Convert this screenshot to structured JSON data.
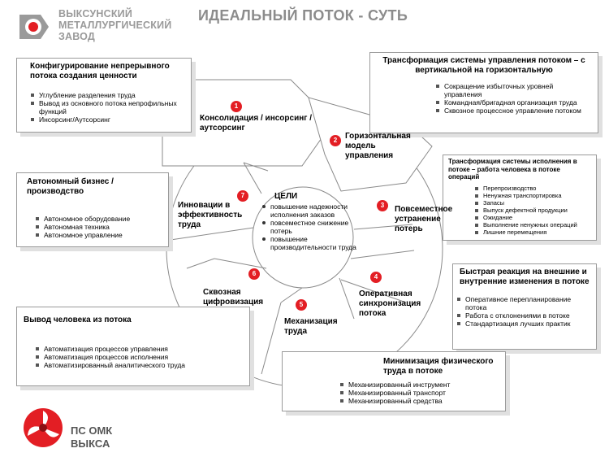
{
  "header": {
    "company_name": "ВЫКСУНСКИЙ МЕТАЛЛУРГИЧЕСКИЙ ЗАВОД",
    "title": "ИДЕАЛЬНЫЙ ПОТОК - СУТЬ"
  },
  "left_boxes": [
    {
      "title": "Конфигурирование непрерывного потока создания ценности",
      "items": [
        "Углубление разделения труда",
        "Вывод из основного потока непрофильных функций",
        "Инсорсинг/Аутсорсинг"
      ]
    },
    {
      "title": "Автономный бизнес / производство",
      "items": [
        "Автономное оборудование",
        "Автономная техника",
        "Автономное управление"
      ]
    },
    {
      "title": "Вывод человека из потока",
      "items": [
        "Автоматизация процессов управления",
        "Автоматизация процессов исполнения",
        "Автоматизированный аналитического труда"
      ]
    }
  ],
  "right_boxes": [
    {
      "title": "Трансформация системы управления потоком – с вертикальной на горизонтальную",
      "items": [
        "Сокращение избыточных уровней управления",
        "Командная/бригадная организация труда",
        "Сквозное процессное управление потоком"
      ]
    },
    {
      "title": "Трансформация системы исполнения в потоке – работа человека в потоке операций",
      "items": [
        "Перепроизводство",
        "Ненужная транспортировка",
        "Запасы",
        "Выпуск дефектной продукции",
        "Ожидание",
        "Выполнение ненужных операций",
        "Лишние перемещения"
      ]
    },
    {
      "title": "Быстрая реакция на внешние и внутренние изменения в потоке",
      "items": [
        "Оперативное перепланирование потока",
        "Работа с отклонениями в потоке",
        "Стандартизация лучших практик"
      ]
    }
  ],
  "bottom_box": {
    "title": "Минимизация физического труда в потоке",
    "items": [
      "Механизированный инструмент",
      "Механизированный транспорт",
      "Механизированный средства"
    ]
  },
  "segments": [
    {
      "number": "1",
      "label": "Консолидация / инсорсинг / аутсорсинг"
    },
    {
      "number": "2",
      "label": "Горизонтальная модель управления"
    },
    {
      "number": "3",
      "label": "Повсеместное устранение потерь"
    },
    {
      "number": "4",
      "label": "Оперативная синхронизация потока"
    },
    {
      "number": "5",
      "label": "Механизация труда"
    },
    {
      "number": "6",
      "label": "Сквозная цифровизация"
    },
    {
      "number": "7",
      "label": "Инновации в эффективность труда"
    }
  ],
  "center": {
    "title": "ЦЕЛИ",
    "items": [
      "повышение надежности исполнения заказов",
      "повсеместное снижение потерь",
      "повышение производительности труда"
    ]
  },
  "brand": {
    "line1": "ПС ОМК",
    "line2": "ВЫКСА"
  },
  "colors": {
    "accent_red": "#e31e24",
    "title_gray": "#8c8c8c",
    "outline_gray": "#9a9a9a"
  },
  "icons": [
    "omk-logo-icon",
    "omk-propeller-logo-icon"
  ]
}
